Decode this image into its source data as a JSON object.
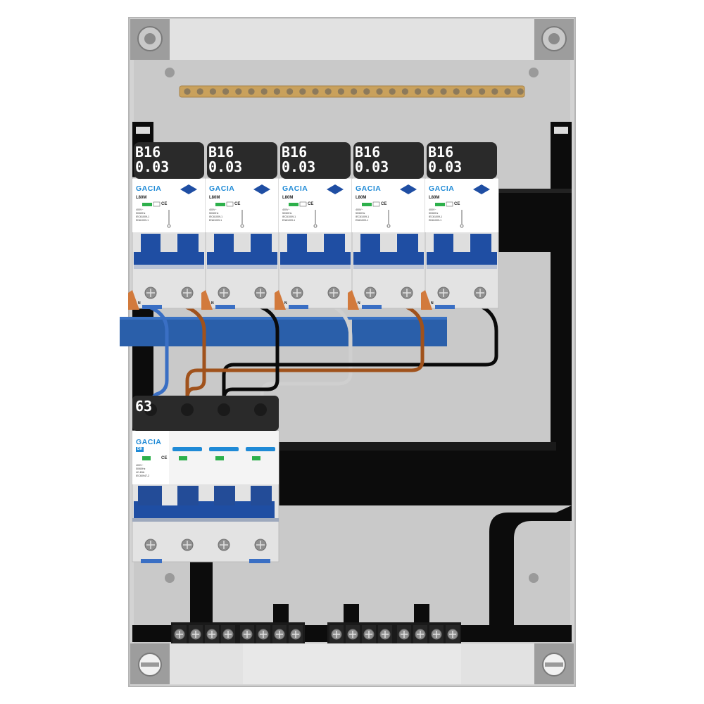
{
  "panel": {
    "brand": "GACIA",
    "rcbo_model": "L80M",
    "rcbo_specs": "400V~\n50/60Hz\nIEC61009-1\nEN61009-1",
    "main_breaker_specs": "400V~\n50/60Hz\n4C-63A\nIEC60947-2",
    "main_breaker_type": "DH",
    "ce_mark": "CE",
    "neutral_label": "N"
  },
  "rcbos": [
    {
      "rating": "B16\n0.03"
    },
    {
      "rating": "B16\n0.03"
    },
    {
      "rating": "B16\n0.03"
    },
    {
      "rating": "B16\n0.03"
    },
    {
      "rating": "B16\n0.03"
    }
  ],
  "main_breaker": {
    "rating": "63"
  },
  "colors": {
    "enclosure": "#d4d4d4",
    "busbar_copper": "#c9a15c",
    "breaker_blue": "#1f4ea3",
    "neutral_bar_blue": "#2a5faa",
    "wire_brown": "#a0521c",
    "wire_blue": "#3a6fc4",
    "wire_black": "#0a0a0a",
    "wire_grey": "#cccccc",
    "rail_black": "#111111",
    "brand_blue": "#1f8ad6"
  }
}
